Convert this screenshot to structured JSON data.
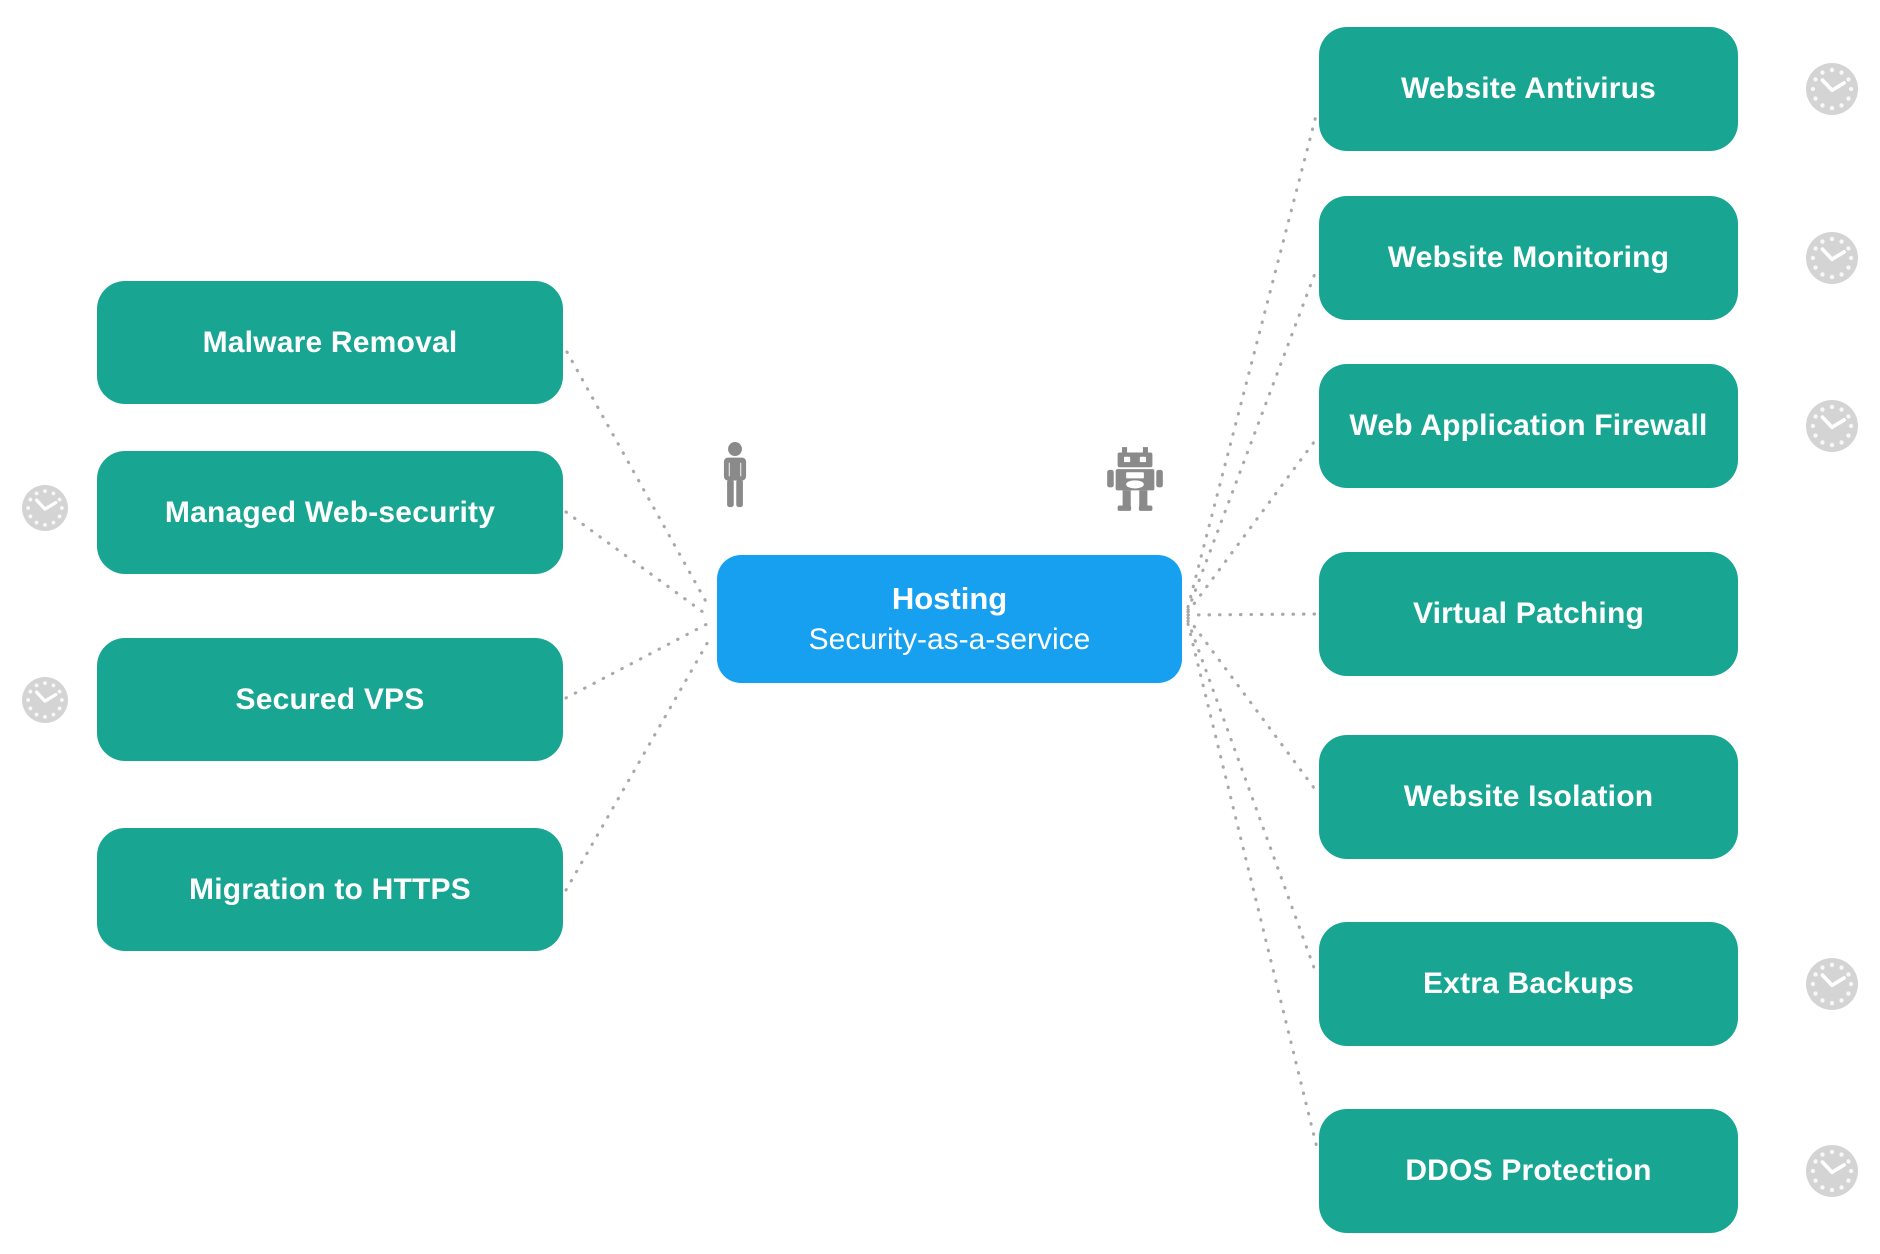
{
  "diagram": {
    "center_node": {
      "title": "Hosting",
      "subtitle": "Security-as-a-service"
    },
    "left_nodes": [
      {
        "label": "Malware Removal",
        "has_clock": false
      },
      {
        "label": "Managed Web-security",
        "has_clock": true
      },
      {
        "label": "Secured VPS",
        "has_clock": true
      },
      {
        "label": "Migration to HTTPS",
        "has_clock": false
      }
    ],
    "right_nodes": [
      {
        "label": "Website Antivirus",
        "has_clock": true
      },
      {
        "label": "Website Monitoring",
        "has_clock": true
      },
      {
        "label": "Web Application Firewall",
        "has_clock": true
      },
      {
        "label": "Virtual Patching",
        "has_clock": false
      },
      {
        "label": "Website Isolation",
        "has_clock": false
      },
      {
        "label": "Extra Backups",
        "has_clock": true
      },
      {
        "label": "DDOS Protection",
        "has_clock": true
      }
    ],
    "icons": {
      "left_actor": "person-icon",
      "right_actor": "robot-icon",
      "status": "clock-icon"
    },
    "colors": {
      "service_node": "#18a693",
      "center_node": "#18a0f0",
      "connector": "#a9a9a9",
      "actor_gray": "#8a8a8a",
      "clock_gray": "#d4d4d4",
      "label_text": "#ffffff",
      "background": "#ffffff"
    }
  }
}
